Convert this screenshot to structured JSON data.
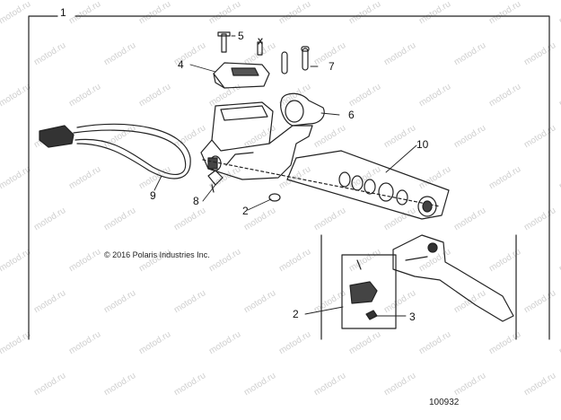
{
  "diagram": {
    "callouts": {
      "c1": "1",
      "c2a": "2",
      "c2b": "2",
      "c3": "3",
      "c4": "4",
      "c5": "5",
      "c6": "6",
      "c7": "7",
      "c8": "8",
      "c9": "9",
      "c10": "10"
    },
    "copyright": "© 2016 Polaris Industries Inc.",
    "figure_number": "100932",
    "watermark": "motod.ru"
  }
}
